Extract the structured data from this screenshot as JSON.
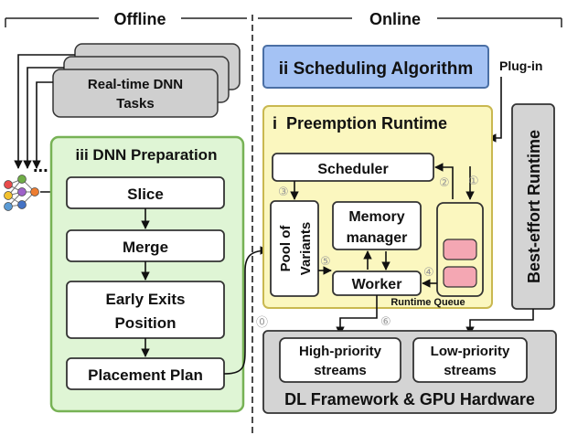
{
  "sections": {
    "offline": "Offline",
    "online": "Online"
  },
  "tasks": {
    "line1": "Real-time DNN",
    "line2": "Tasks",
    "ellipsis": "..."
  },
  "preparation": {
    "title": "iii DNN Preparation",
    "steps": [
      "Slice",
      "Merge",
      "Early Exits",
      "Position",
      "Placement Plan"
    ]
  },
  "scheduling": {
    "title": "ii Scheduling Algorithm",
    "plugin": "Plug-in"
  },
  "runtime": {
    "title": "i  Preemption Runtime",
    "scheduler": "Scheduler",
    "pool_line1": "Pool of",
    "pool_line2": "Variants",
    "memory_line1": "Memory",
    "memory_line2": "manager",
    "worker": "Worker",
    "queue": "Runtime Queue"
  },
  "best_effort": "Best-effort Runtime",
  "framework": {
    "title": "DL Framework & GPU Hardware",
    "high_line1": "High-priority",
    "high_line2": "streams",
    "low_line1": "Low-priority",
    "low_line2": "streams"
  },
  "steps_markers": [
    "⓪",
    "①",
    "②",
    "③",
    "④",
    "⑤",
    "⑥"
  ],
  "colors": {
    "prep_bg": "#dff5d5",
    "prep_border": "#77b255",
    "sched_bg": "#a4c2f4",
    "sched_border": "#4a6fa5",
    "runtime_bg": "#fbf7bf",
    "runtime_border": "#c9b850",
    "queue_item": "#f4a7b3",
    "gray_box": "#d4d4d4",
    "task_box": "#cfcfcf"
  }
}
